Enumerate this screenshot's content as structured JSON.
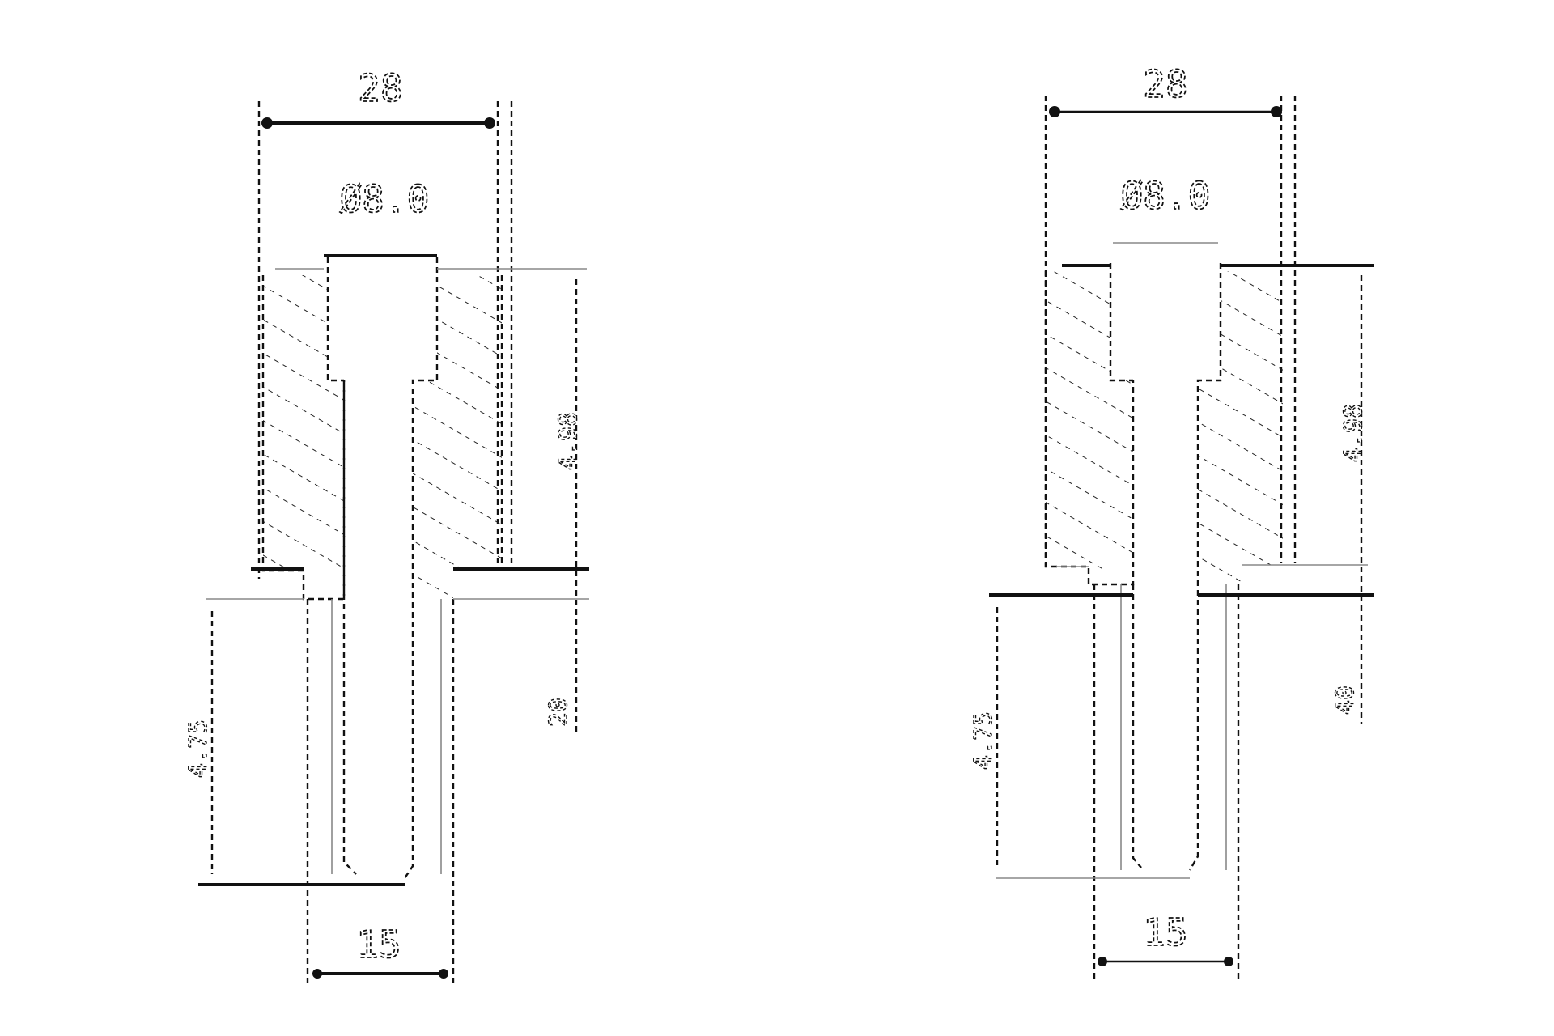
{
  "drawings": [
    {
      "id": "left",
      "labels": {
        "top_width": "28",
        "bore": "Ø8.0",
        "right_height": "4.98",
        "right_offset": "20",
        "left_height": "4.75",
        "bottom_width": "15"
      }
    },
    {
      "id": "right",
      "labels": {
        "top_width": "28",
        "bore": "Ø8.0",
        "right_height": "4.98",
        "right_offset": "40",
        "left_height": "4.75",
        "bottom_width": "15"
      }
    }
  ]
}
